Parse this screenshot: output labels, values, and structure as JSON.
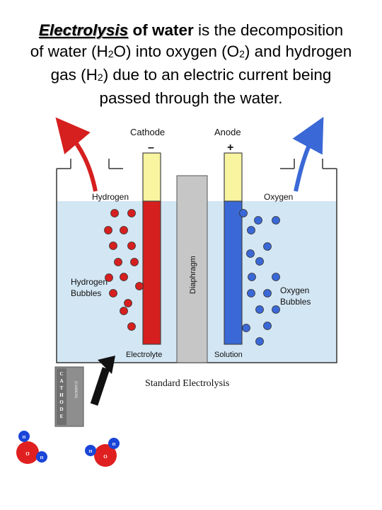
{
  "heading": {
    "title": "Electrolysis",
    "bold_rest": "of water",
    "line1_rest": "is the decomposition",
    "line2": "of water (H",
    "line2_sub1": "2",
    "line2_mid": "O) into oxygen (O",
    "line2_sub2": "2",
    "line2_end": ") and hydrogen",
    "line3": "gas (H",
    "line3_sub": "2",
    "line3_end": ") due to an electric current being",
    "line4": "passed through the water."
  },
  "diagram": {
    "cathode_label": "Cathode",
    "cathode_sign": "–",
    "anode_label": "Anode",
    "anode_sign": "+",
    "hydrogen_label": "Hydrogen",
    "oxygen_label": "Oxygen",
    "diaphragm_label": "Diaphragm",
    "hydrogen_bubbles_line1": "Hydrogen",
    "hydrogen_bubbles_line2": "Bubbles",
    "oxygen_bubbles_line1": "Oxygen",
    "oxygen_bubbles_line2": "Bubbles",
    "electrolyte_label": "Electrolyte",
    "solution_label": "Solution",
    "caption": "Standard Electrolysis",
    "colors": {
      "water": "#d3e6f3",
      "hydrogen": "#d61f1f",
      "oxygen": "#3a68d6",
      "electrode_top": "#f8f4a0",
      "diaphragm": "#c6c6c6"
    }
  },
  "inset": {
    "cathode_letters": [
      "C",
      "A",
      "T",
      "H",
      "O",
      "D",
      "E"
    ],
    "carbon_text": "(CARBON)"
  },
  "molecules": [
    {
      "o": "O",
      "h1": "H",
      "h2": "H"
    },
    {
      "o": "O",
      "h1": "H",
      "h2": "H"
    }
  ]
}
